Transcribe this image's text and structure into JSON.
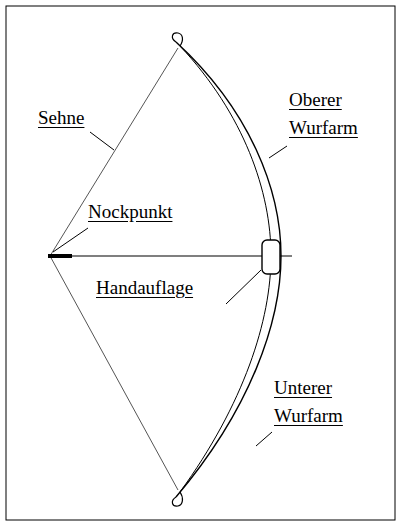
{
  "diagram": {
    "labels": [
      "Sehne",
      "Oberer Wurfarm",
      "Nockpunkt",
      "Handauflage",
      "Unterer Wurfarm"
    ]
  }
}
